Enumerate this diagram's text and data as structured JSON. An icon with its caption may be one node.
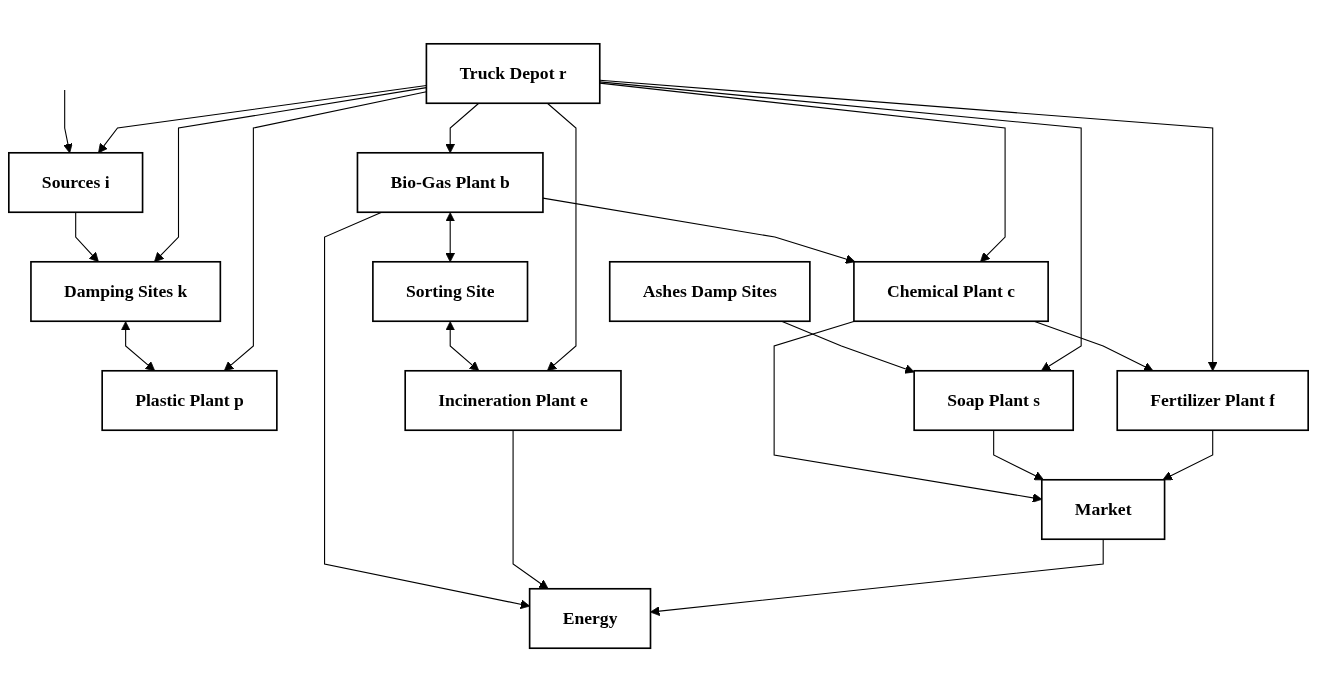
{
  "diagram": {
    "nodes": [
      {
        "text": [
          "Sources i"
        ]
      },
      {
        "text": [
          "Damping Sites k"
        ]
      },
      {
        "text": [
          "Sorting Site"
        ]
      },
      {
        "text": [
          "Plastic Plant p"
        ]
      },
      {
        "text": [
          "Bio-Gas Plant b"
        ]
      },
      {
        "text": [
          "Energy"
        ]
      },
      {
        "text": [
          "Incineration Plant e"
        ]
      },
      {
        "text": [
          "Ashes Damp Sites"
        ]
      },
      {
        "text": [
          "Chemical Plant c"
        ]
      },
      {
        "text": [
          "Market"
        ]
      },
      {
        "text": [
          "Soap Plant s"
        ]
      },
      {
        "text": [
          "Fertilizer Plant f"
        ]
      },
      {
        "text": [
          "Truck Depot r"
        ]
      }
    ],
    "edges": [
      {
        "from": null,
        "to": 0,
        "arrow": "to"
      },
      {
        "from": 0,
        "to": 1,
        "arrow": "to"
      },
      {
        "from": 1,
        "to": 3,
        "arrow": "both"
      },
      {
        "from": 4,
        "to": 2,
        "arrow": "both"
      },
      {
        "from": 2,
        "to": 6,
        "arrow": "both"
      },
      {
        "from": 4,
        "to": 5,
        "arrow": "to"
      },
      {
        "from": 6,
        "to": 5,
        "arrow": "to"
      },
      {
        "from": 4,
        "to": 8,
        "arrow": "to"
      },
      {
        "from": 9,
        "to": 5,
        "arrow": "to"
      },
      {
        "from": 8,
        "to": 9,
        "arrow": "to"
      },
      {
        "from": 7,
        "to": 10,
        "arrow": "to"
      },
      {
        "from": 10,
        "to": 9,
        "arrow": "to"
      },
      {
        "from": 8,
        "to": 11,
        "arrow": "to"
      },
      {
        "from": 11,
        "to": 9,
        "arrow": "to"
      },
      {
        "from": 12,
        "to": 11,
        "arrow": "to"
      },
      {
        "from": 12,
        "to": 10,
        "arrow": "to"
      },
      {
        "from": 12,
        "to": 8,
        "arrow": "to"
      },
      {
        "from": 12,
        "to": 4,
        "arrow": "to"
      },
      {
        "from": 12,
        "to": 0,
        "arrow": "to"
      },
      {
        "from": 12,
        "to": 1,
        "arrow": "to"
      },
      {
        "from": 12,
        "to": 6,
        "arrow": "to"
      },
      {
        "from": 12,
        "to": 3,
        "arrow": "to"
      }
    ]
  }
}
